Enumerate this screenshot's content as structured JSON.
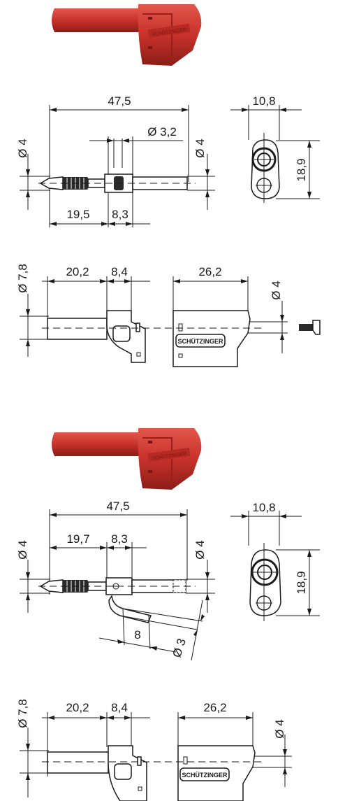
{
  "colors": {
    "plug_red": "#c8322b",
    "plug_dark": "#9a1f1a",
    "line": "#1a1a1a"
  },
  "brand": "SCHÜTZINGER",
  "drawing1": {
    "top": {
      "overall": "47,5",
      "inner_dia": "Ø 3,2",
      "left_dia": "Ø 4",
      "right_dia": "Ø 4",
      "seg1": "19,5",
      "seg2": "8,3"
    },
    "end": {
      "width": "10,8",
      "height": "18,9"
    },
    "side": {
      "left_dia": "Ø 7,8",
      "seg1": "20,2",
      "seg2": "8,4",
      "body_len": "26,2",
      "body_dia": "Ø 4"
    }
  },
  "drawing2": {
    "top": {
      "overall": "47,5",
      "seg1": "19,7",
      "seg2": "8,3",
      "left_dia": "Ø 4",
      "right_dia": "Ø 4",
      "angled_len": "8",
      "angled_dia": "Ø 3"
    },
    "end": {
      "width": "10,8",
      "height": "18,9"
    },
    "side": {
      "left_dia": "Ø 7,8",
      "seg1": "20,2",
      "seg2": "8,4",
      "body_len": "26,2",
      "body_dia": "Ø 4"
    }
  }
}
